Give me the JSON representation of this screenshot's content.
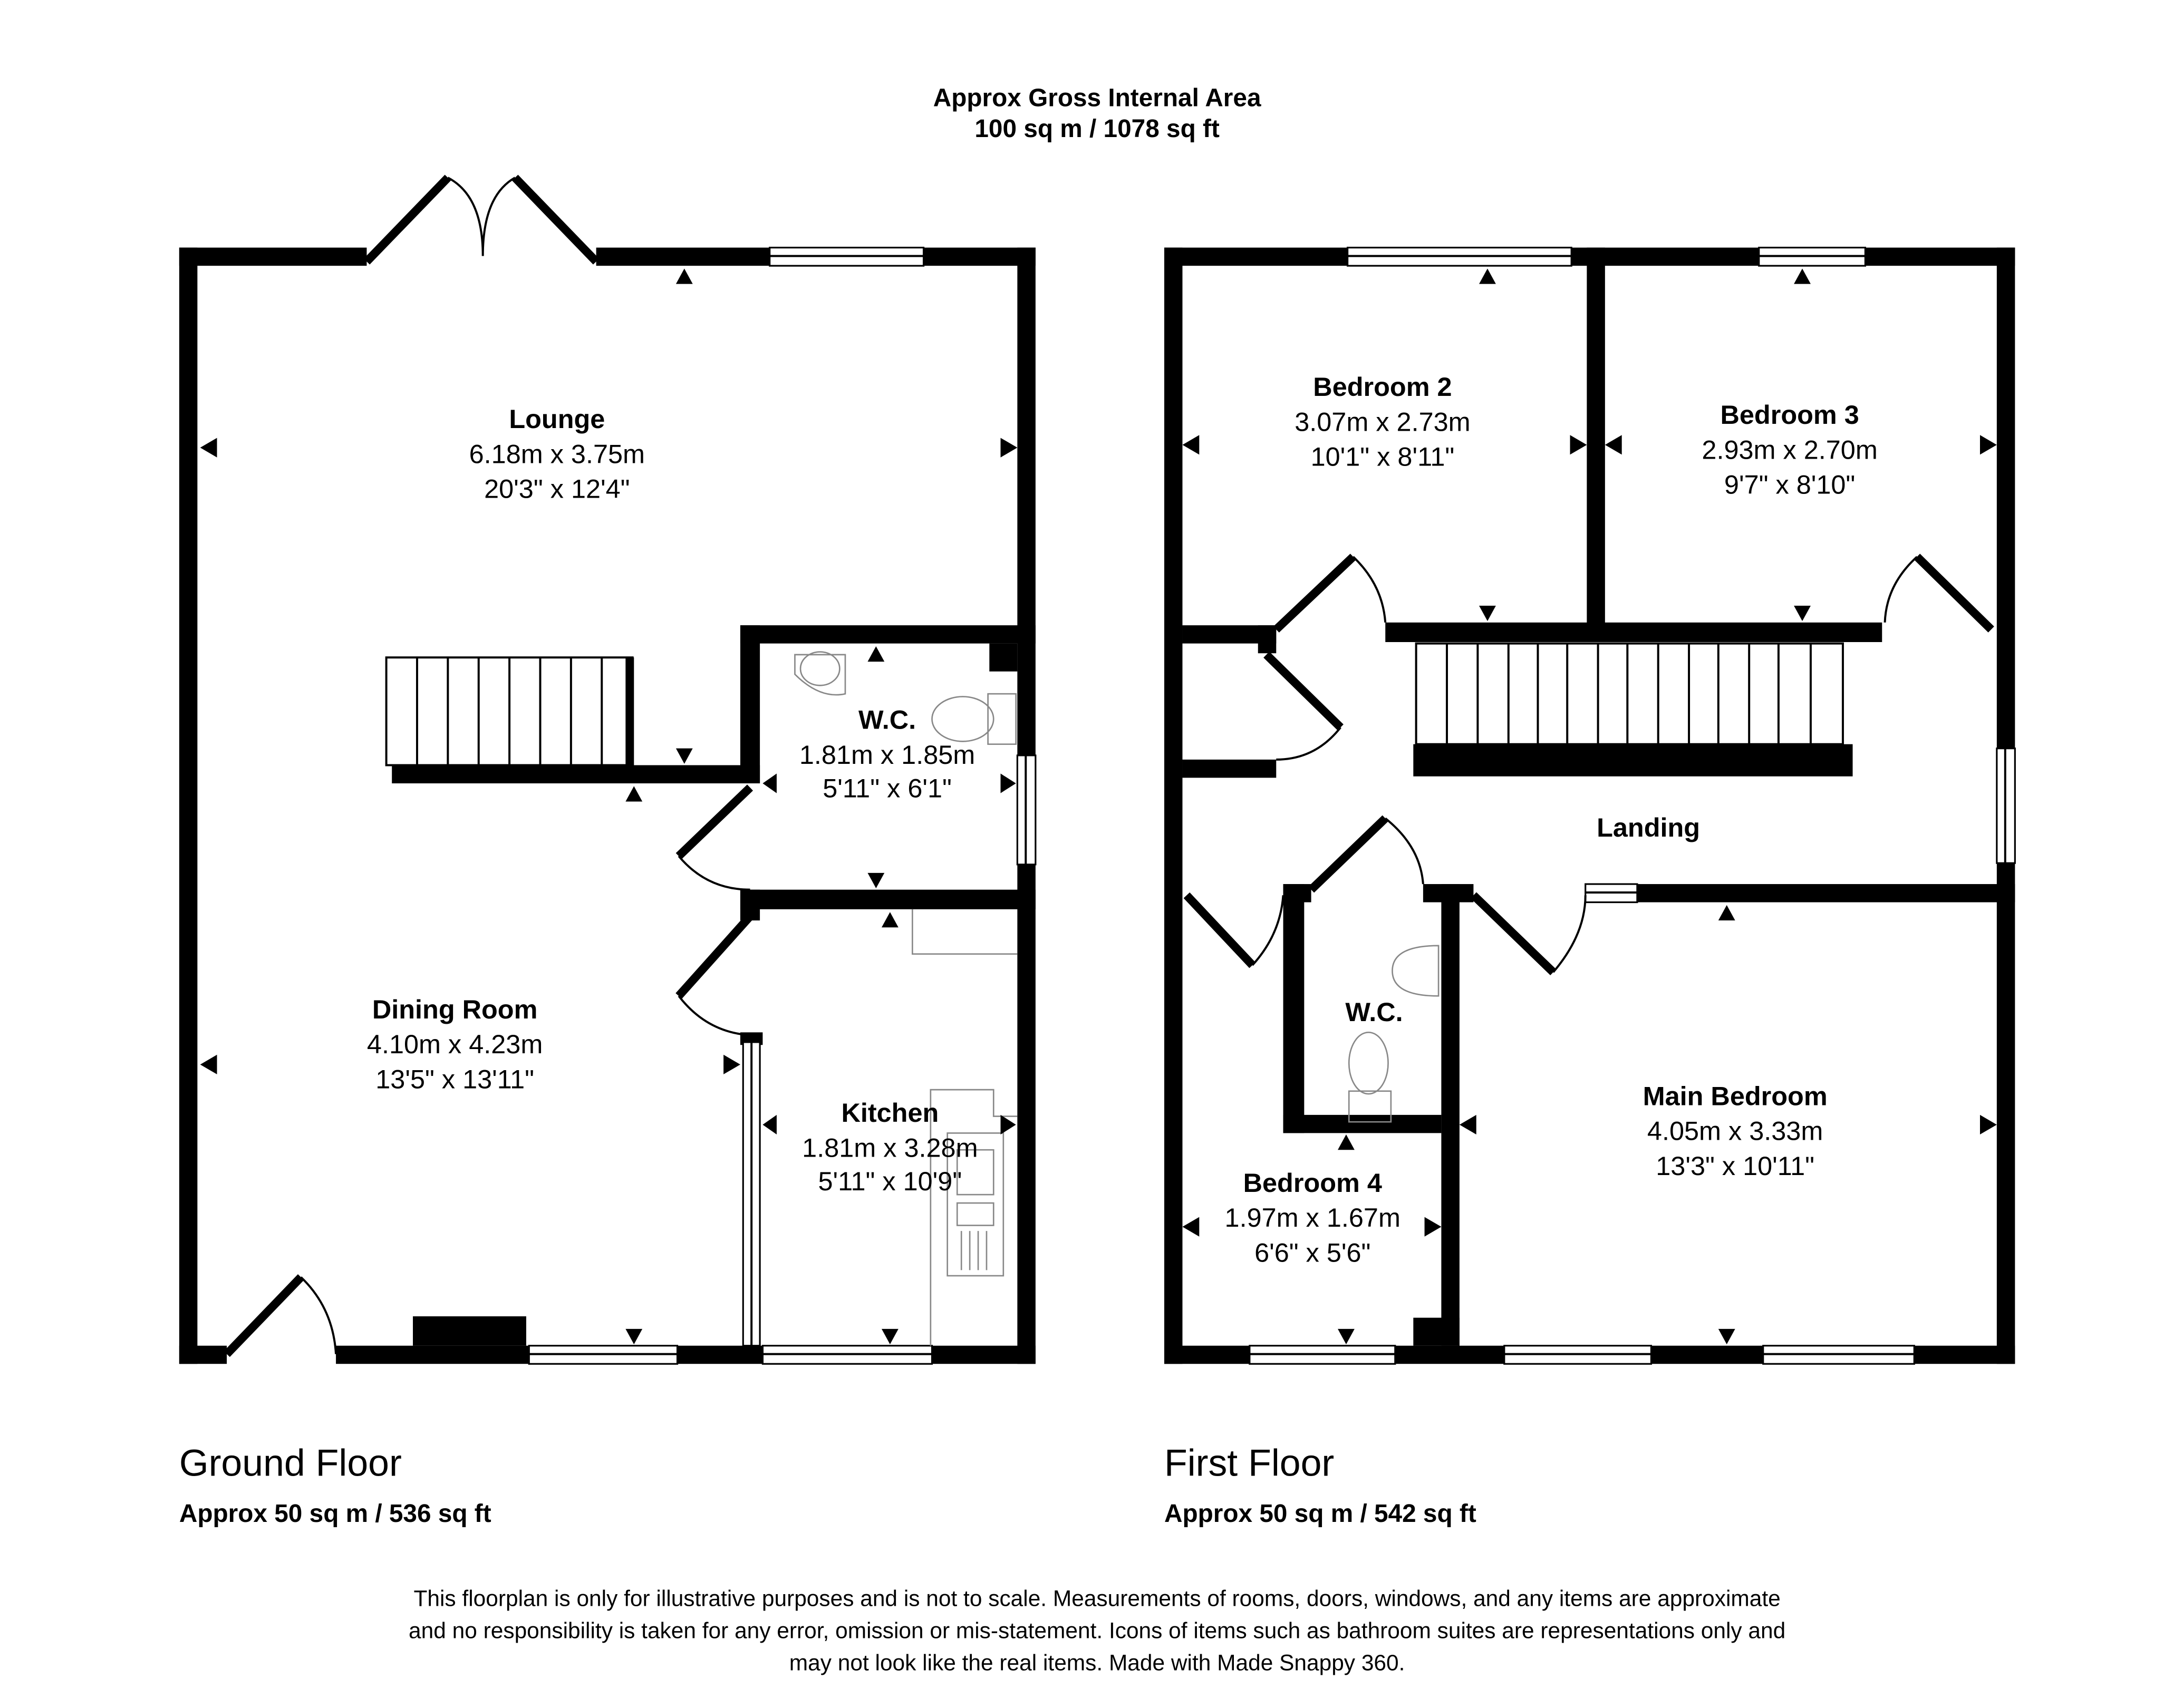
{
  "header": {
    "title": "Approx Gross Internal Area",
    "total_area": "100 sq m / 1078 sq ft"
  },
  "ground_floor": {
    "label": "Ground Floor",
    "area": "Approx 50 sq m / 536 sq ft",
    "rooms": [
      {
        "name": "Lounge",
        "metric": "6.18m x 3.75m",
        "imperial": "20'3\" x 12'4\""
      },
      {
        "name": "W.C.",
        "metric": "1.81m x 1.85m",
        "imperial": "5'11\" x 6'1\""
      },
      {
        "name": "Dining Room",
        "metric": "4.10m x 4.23m",
        "imperial": "13'5\" x 13'11\""
      },
      {
        "name": "Kitchen",
        "metric": "1.81m x 3.28m",
        "imperial": "5'11\" x 10'9\""
      }
    ]
  },
  "first_floor": {
    "label": "First Floor",
    "area": "Approx 50 sq m / 542 sq ft",
    "rooms": [
      {
        "name": "Bedroom 2",
        "metric": "3.07m x 2.73m",
        "imperial": "10'1\" x 8'11\""
      },
      {
        "name": "Bedroom 3",
        "metric": "2.93m x 2.70m",
        "imperial": "9'7\" x 8'10\""
      },
      {
        "name": "Landing"
      },
      {
        "name": "W.C."
      },
      {
        "name": "Main Bedroom",
        "metric": "4.05m x 3.33m",
        "imperial": "13'3\" x 10'11\""
      },
      {
        "name": "Bedroom 4",
        "metric": "1.97m x 1.67m",
        "imperial": "6'6\" x 5'6\""
      }
    ]
  },
  "disclaimer": [
    "This floorplan is only for illustrative purposes and is not to scale. Measurements of rooms, doors, windows, and any items are approximate",
    "and no responsibility is taken for any error, omission or mis-statement. Icons of items such as bathroom suites are representations only and",
    "may not look like the real items. Made with Made Snappy 360."
  ]
}
